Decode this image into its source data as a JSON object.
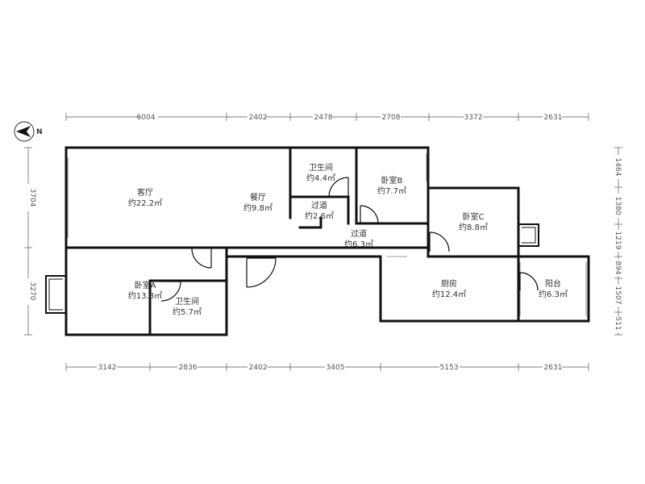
{
  "compass": {
    "label": "N",
    "icon": "north-arrow-icon"
  },
  "dimensions": {
    "top": [
      "6004",
      "2402",
      "2478",
      "2708",
      "3372",
      "2631"
    ],
    "bottom": [
      "3142",
      "2836",
      "2402",
      "3405",
      "5153",
      "2631"
    ],
    "left": [
      "3704",
      "3270"
    ],
    "right": [
      "1464",
      "1380",
      "1219",
      "894",
      "1507",
      "511"
    ]
  },
  "rooms": {
    "living": {
      "name": "客厅",
      "area": "约22.2㎡"
    },
    "dining": {
      "name": "餐厅",
      "area": "约9.8㎡"
    },
    "bath1": {
      "name": "卫生间",
      "area": "约4.4㎡"
    },
    "hall1": {
      "name": "过道",
      "area": "约2.6㎡"
    },
    "bedB": {
      "name": "卧室B",
      "area": "约7.7㎡"
    },
    "bedC": {
      "name": "卧室C",
      "area": "约8.8㎡"
    },
    "hall2": {
      "name": "过道",
      "area": "约6.3㎡"
    },
    "bedA": {
      "name": "卧室A",
      "area": "约13.8㎡"
    },
    "bath2": {
      "name": "卫生间",
      "area": "约5.7㎡"
    },
    "kitchen": {
      "name": "厨房",
      "area": "约12.4㎡"
    },
    "balcony": {
      "name": "阳台",
      "area": "约6.3㎡"
    }
  }
}
